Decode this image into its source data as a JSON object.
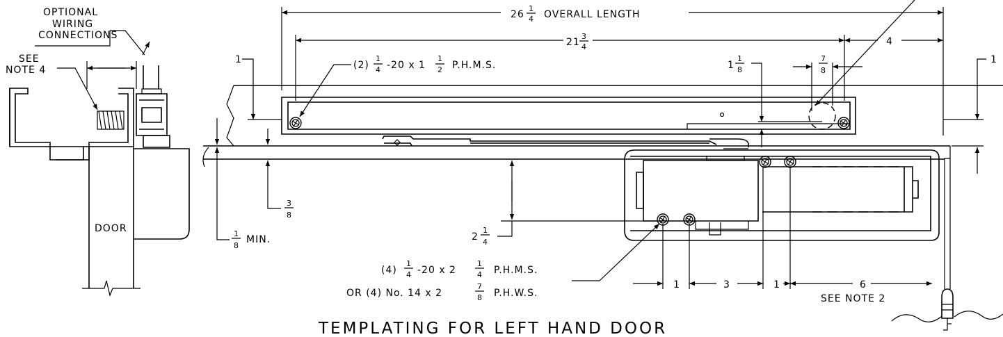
{
  "title": "TEMPLATING FOR LEFT HAND DOOR",
  "callouts": {
    "optional_wiring": [
      "OPTIONAL",
      "WIRING",
      "CONNECTIONS"
    ],
    "see_note_4": [
      "SEE",
      "NOTE 4"
    ],
    "door": "DOOR",
    "see_note_2": "SEE NOTE 2",
    "screws_top": {
      "prefix": "(2)",
      "f1n": "1",
      "f1d": "4",
      "mid": "-20 x 1",
      "f2n": "1",
      "f2d": "2",
      "suffix": "P.H.M.S."
    },
    "screws_bottom_1": {
      "prefix": "(4)",
      "f1n": "1",
      "f1d": "4",
      "mid": "-20 x 2",
      "f2n": "1",
      "f2d": "4",
      "suffix": "P.H.M.S."
    },
    "screws_bottom_2": {
      "prefix": "OR (4) No. 14 x 2",
      "fn": "7",
      "fd": "8",
      "suffix": "P.H.W.S."
    }
  },
  "dimensions": {
    "overall": {
      "whole": "26",
      "num": "1",
      "den": "4",
      "text": "OVERALL LENGTH"
    },
    "inner": {
      "whole": "21",
      "num": "3",
      "den": "4"
    },
    "right_4": "4",
    "left_1": "1",
    "right_1": "1",
    "d_1_1_8": {
      "whole": "1",
      "num": "1",
      "den": "8"
    },
    "d_7_8": {
      "num": "7",
      "den": "8"
    },
    "d_3_8": {
      "num": "3",
      "den": "8"
    },
    "d_1_8_min": {
      "num": "1",
      "den": "8",
      "text": "MIN."
    },
    "d_2_1_4": {
      "whole": "2",
      "num": "1",
      "den": "4"
    },
    "bottom_1a": "1",
    "bottom_3": "3",
    "bottom_1b": "1",
    "bottom_6": "6"
  }
}
